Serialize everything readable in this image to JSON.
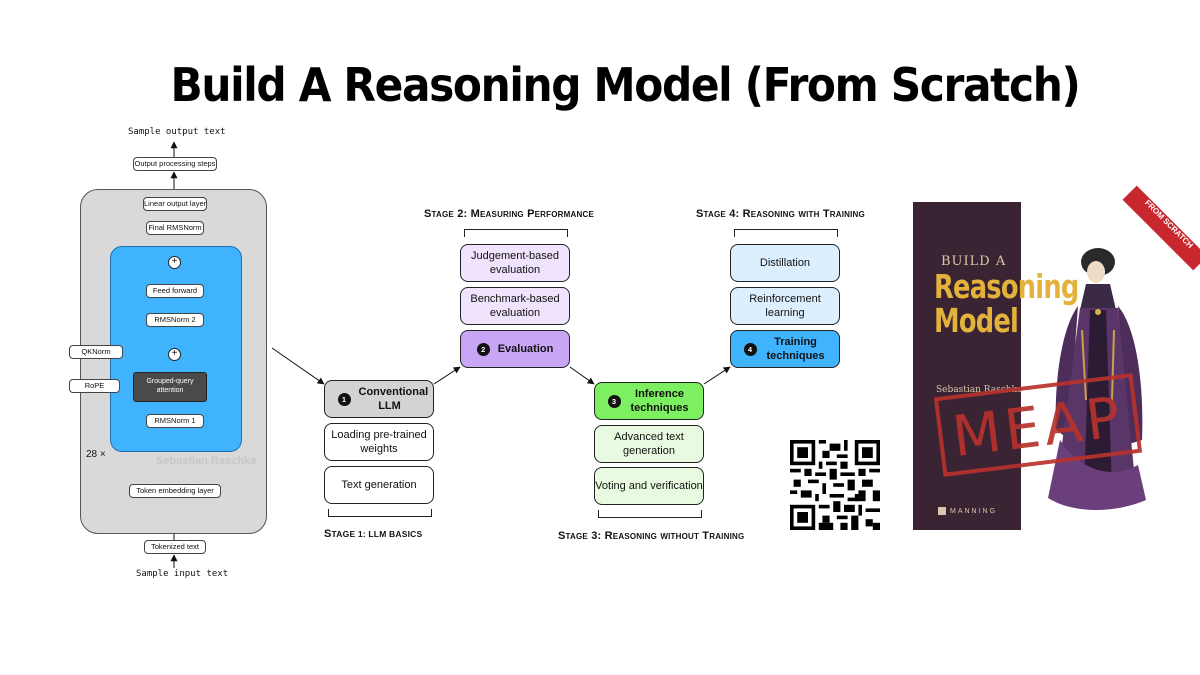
{
  "title": "Build A Reasoning Model (From Scratch)",
  "architecture": {
    "output_text": "Sample output text",
    "output_processing": "Output processing steps",
    "linear_output": "Linear output layer",
    "final_norm": "Final RMSNorm",
    "feed_forward": "Feed forward",
    "rmsnorm2": "RMSNorm 2",
    "attention": "Grouped-query attention",
    "rmsnorm1": "RMSNorm 1",
    "qknorm": "QKNorm",
    "rope": "RoPE",
    "repeat": "28 ×",
    "watermark": "Sebastian Raschka",
    "token_embedding": "Token embedding layer",
    "tokenized": "Tokenized text",
    "input_text": "Sample input text"
  },
  "stages": {
    "s1": {
      "label_big": "S",
      "label_rest": "TAGE 1: LLM B",
      "label_end": "ASICS",
      "main": "Conventional LLM",
      "num": "1",
      "items": [
        "Loading pre-trained weights",
        "Text generation"
      ]
    },
    "s2": {
      "label": "Stage 2: Measuring Performance",
      "main": "Evaluation",
      "num": "2",
      "items": [
        "Judgement-based evaluation",
        "Benchmark-based evaluation"
      ]
    },
    "s3": {
      "label": "Stage 3: Reasoning without Training",
      "main": "Inference techniques",
      "num": "3",
      "items": [
        "Advanced text generation",
        "Voting and verification"
      ]
    },
    "s4": {
      "label": "Stage 4: Reasoning with Training",
      "main": "Training techniques",
      "num": "4",
      "items": [
        "Distillation",
        "Reinforcement learning"
      ]
    }
  },
  "colors": {
    "gray_panel": "#d9d9d9",
    "blue_panel": "#40b3ff",
    "stage1": "#d3d3d3",
    "stage2_main": "#c9a6f5",
    "stage2_items": "#efe3fd",
    "stage3_main": "#7cf060",
    "stage3_items": "#e8fbe0",
    "stage4_main": "#40b3ff",
    "stage4_items": "#dcefff",
    "meap": "#b8322c"
  },
  "book": {
    "line1": "BUILD A",
    "line2": "Reasoning",
    "line3": "Model",
    "author": "Sebastian Raschka",
    "publisher": "MANNING",
    "ribbon": "FROM SCRATCH",
    "stamp": "MEAP"
  }
}
